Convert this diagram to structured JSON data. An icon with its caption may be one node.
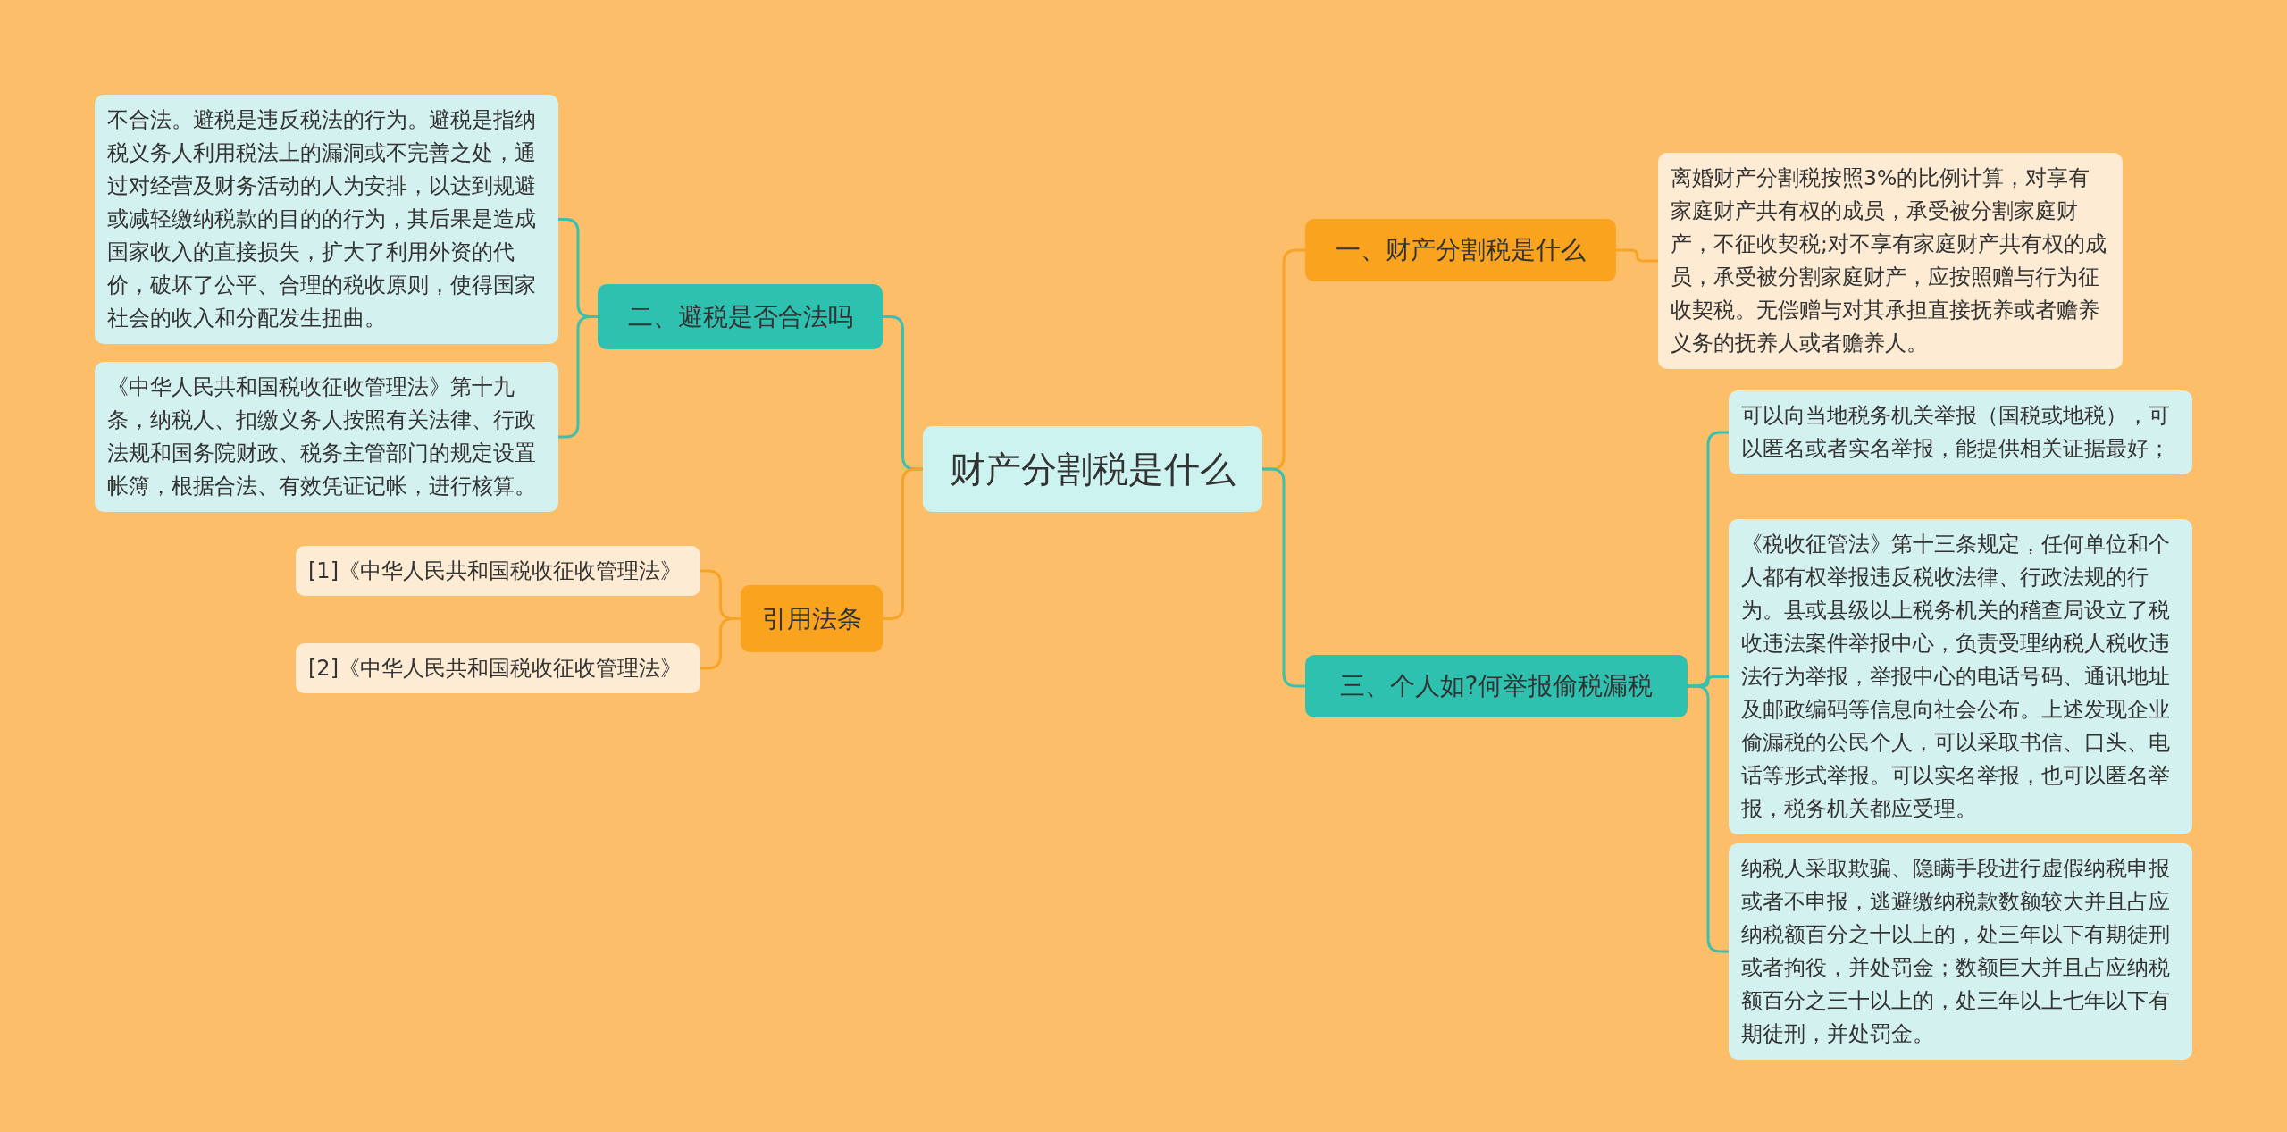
{
  "diagram": {
    "nodes": [
      {
        "text": [
          "财产分割税是什么"
        ]
      },
      {
        "text": [
          "一、财产分割税是什么"
        ]
      },
      {
        "text": [
          "离婚财产分割税按照3%的比例计算，对享有家庭财产共有权的成员，承受被分割家庭财产，不征收契税;对不享有家庭财产共有权的成员，承受被分割家庭财产，应按照赠与行为征收契税。无偿赠与对其承担直接抚养或者赡养义务的抚养人或者赡养人。"
        ]
      },
      {
        "text": [
          "三、个人如?何举报偷税漏税"
        ]
      },
      {
        "text": [
          "可以向当地税务机关举报（国税或地税），可以匿名或者实名举报，能提供相关证据最好；"
        ]
      },
      {
        "text": [
          "《税收征管法》第十三条规定，任何单位和个人都有权举报违反税收法律、行政法规的行为。县或县级以上税务机关的稽查局设立了税收违法案件举报中心，负责受理纳税人税收违法行为举报，举报中心的电话号码、通讯地址及邮政编码等信息向社会公布。上述发现企业偷漏税的公民个人，可以采取书信、口头、电话等形式举报。可以实名举报，也可以匿名举报，税务机关都应受理。"
        ]
      },
      {
        "text": [
          "纳税人采取欺骗、隐瞒手段进行虚假纳税申报或者不申报，逃避缴纳税款数额较大并且占应纳税额百分之十以上的，处三年以下有期徒刑或者拘役，并处罚金；数额巨大并且占应纳税额百分之三十以上的，处三年以上七年以下有期徒刑，并处罚金。"
        ]
      },
      {
        "text": [
          "二、避税是否合法吗"
        ]
      },
      {
        "text": [
          "不合法。避税是违反税法的行为。避税是指纳税义务人利用税法上的漏洞或不完善之处，通过对经营及财务活动的人为安排，以达到规避或减轻缴纳税款的目的的行为，其后果是造成国家收入的直接损失，扩大了利用外资的代价，破坏了公平、合理的税收原则，使得国家社会的收入和分配发生扭曲。"
        ]
      },
      {
        "text": [
          "《中华人民共和国税收征收管理法》第十九条，纳税人、扣缴义务人按照有关法律、行政法规和国务院财政、税务主管部门的规定设置帐簿，根据合法、有效凭证记帐，进行核算。"
        ]
      },
      {
        "text": [
          "引用法条"
        ]
      },
      {
        "text": [
          "[1]《中华人民共和国税收征收管理法》"
        ]
      },
      {
        "text": [
          "[2]《中华人民共和国税收征收管理法》"
        ]
      }
    ],
    "edges": [
      {
        "from": 0,
        "to": 1,
        "arrow": "none",
        "color": "#f7a325"
      },
      {
        "from": 1,
        "to": 2,
        "arrow": "none",
        "color": "#f7a325"
      },
      {
        "from": 0,
        "to": 3,
        "arrow": "none"
      },
      {
        "from": 3,
        "to": 4,
        "arrow": "none"
      },
      {
        "from": 3,
        "to": 5,
        "arrow": "none"
      },
      {
        "from": 3,
        "to": 6,
        "arrow": "none"
      },
      {
        "from": 0,
        "to": 7,
        "arrow": "none"
      },
      {
        "from": 7,
        "to": 8,
        "arrow": "none"
      },
      {
        "from": 7,
        "to": 9,
        "arrow": "none"
      },
      {
        "from": 0,
        "to": 10,
        "arrow": "none",
        "color": "#f7a325"
      },
      {
        "from": 10,
        "to": 11,
        "arrow": "none",
        "color": "#f7a325"
      },
      {
        "from": 10,
        "to": 12,
        "arrow": "none",
        "color": "#f7a325"
      }
    ]
  }
}
